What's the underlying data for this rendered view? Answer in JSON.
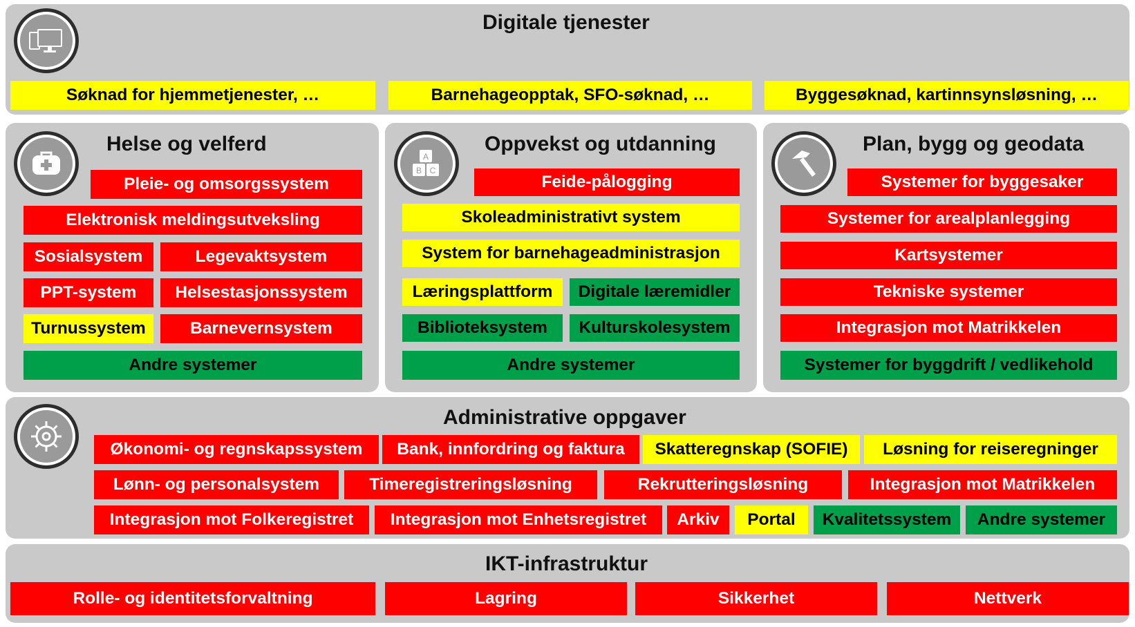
{
  "colors": {
    "panel": "#c9c9c9",
    "red": "#ff0000",
    "yellow": "#ffff00",
    "green": "#00a04a"
  },
  "digital": {
    "title": "Digitale tjenester",
    "icon": "devices-icon",
    "items": [
      "Søknad for hjemmetjenester, …",
      "Barnehageopptak, SFO-søknad, …",
      "Byggesøknad, kartinnsynsløsning, …"
    ]
  },
  "health": {
    "title": "Helse og velferd",
    "icon": "medical-kit-icon",
    "items": [
      "Pleie- og omsorgssystem",
      "Elektronisk meldingsutveksling",
      "Sosialsystem",
      "Legevaktsystem",
      "PPT-system",
      "Helsestasjonssystem",
      "Turnussystem",
      "Barnevernsystem",
      "Andre systemer"
    ]
  },
  "education": {
    "title": "Oppvekst og utdanning",
    "icon": "abc-blocks-icon",
    "items": [
      "Feide-pålogging",
      "Skoleadministrativt system",
      "System for barnehageadministrasjon",
      "Læringsplattform",
      "Digitale læremidler",
      "Biblioteksystem",
      "Kulturskolesystem",
      "Andre systemer"
    ]
  },
  "planning": {
    "title": "Plan, bygg og geodata",
    "icon": "hammer-icon",
    "items": [
      "Systemer for byggesaker",
      "Systemer for arealplanlegging",
      "Kartsystemer",
      "Tekniske systemer",
      "Integrasjon mot Matrikkelen",
      "Systemer for byggdrift / vedlikehold"
    ]
  },
  "admin": {
    "title": "Administrative oppgaver",
    "icon": "gear-icon",
    "items": [
      "Økonomi- og regnskapssystem",
      "Bank, innfordring og faktura",
      "Skatteregnskap (SOFIE)",
      "Løsning for reiseregninger",
      "Lønn- og personalsystem",
      "Timeregistreringsløsning",
      "Rekrutteringsløsning",
      "Integrasjon mot Matrikkelen",
      "Integrasjon mot Folkeregistret",
      "Integrasjon mot Enhetsregistret",
      "Arkiv",
      "Portal",
      "Kvalitetssystem",
      "Andre systemer"
    ]
  },
  "infra": {
    "title": "IKT-infrastruktur",
    "items": [
      "Rolle- og identitetsforvaltning",
      "Lagring",
      "Sikkerhet",
      "Nettverk"
    ]
  }
}
